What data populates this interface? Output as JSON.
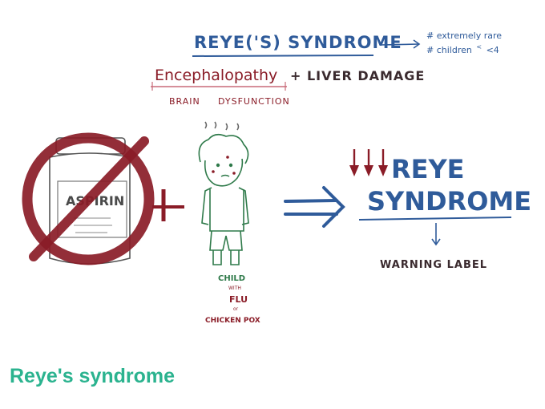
{
  "sketch": {
    "title": "REYE('S) SYNDROME",
    "note_line1": "# extremely rare",
    "note_line2": "# children",
    "note_line2_sup": "<",
    "note_line2_end": "<4",
    "encephalopathy": "Encephalopathy",
    "plus_text": "+ LIVER DAMAGE",
    "brain": "BRAIN",
    "dysfunction": "DYSFUNCTION",
    "bottle_label": "ASPIRIN",
    "child_caption": {
      "child": "CHILD",
      "with": "WITH",
      "flu": "FLU",
      "or": "or",
      "pox": "CHICKEN POX"
    },
    "result_title_line1": "REYE",
    "result_title_line2": "SYNDROME",
    "warning": "WARNING LABEL"
  },
  "caption": "Reye's syndrome",
  "colors": {
    "blue": "#2f5b9a",
    "maroon": "#8a1c27",
    "green": "#2f7a4a",
    "teal": "#2bb38f",
    "dark": "#3a2a2e"
  }
}
